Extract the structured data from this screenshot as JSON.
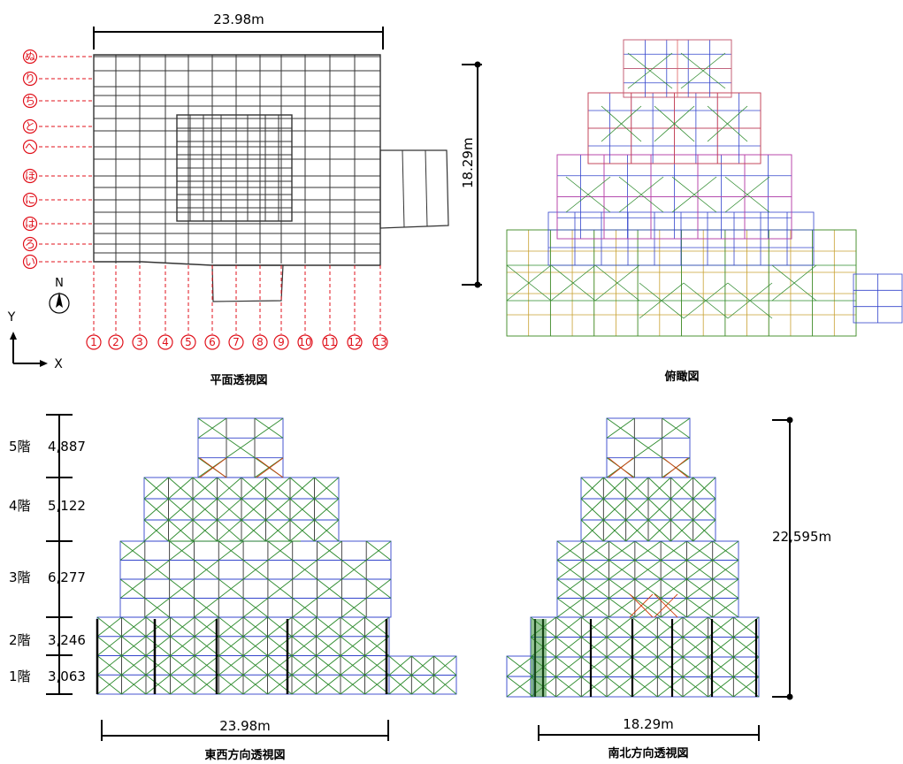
{
  "plan": {
    "width_label": "23.98m",
    "caption": "平面透視図",
    "rows": [
      "ぬ",
      "り",
      "ち",
      "と",
      "へ",
      "ほ",
      "に",
      "は",
      "ろ",
      "い"
    ],
    "cols": [
      "1",
      "2",
      "3",
      "4",
      "5",
      "6",
      "7",
      "8",
      "9",
      "10",
      "11",
      "12",
      "13"
    ],
    "north": "N",
    "axis_x": "X",
    "axis_y": "Y"
  },
  "birdseye": {
    "height_label": "18.29m",
    "caption": "俯瞰図"
  },
  "east_west": {
    "floors": [
      {
        "name": "5階",
        "value": "4,887"
      },
      {
        "name": "4階",
        "value": "5,122"
      },
      {
        "name": "3階",
        "value": "6,277"
      },
      {
        "name": "2階",
        "value": "3,246"
      },
      {
        "name": "1階",
        "value": "3,063"
      }
    ],
    "width_label": "23.98m",
    "caption": "東西方向透視図"
  },
  "north_south": {
    "height_label": "22,595m",
    "width_label": "18.29m",
    "caption": "南北方向透視図"
  },
  "colors": {
    "red": "#e0111b",
    "blue": "#3344cc",
    "green": "#2e8b2e",
    "dark": "#333333"
  }
}
